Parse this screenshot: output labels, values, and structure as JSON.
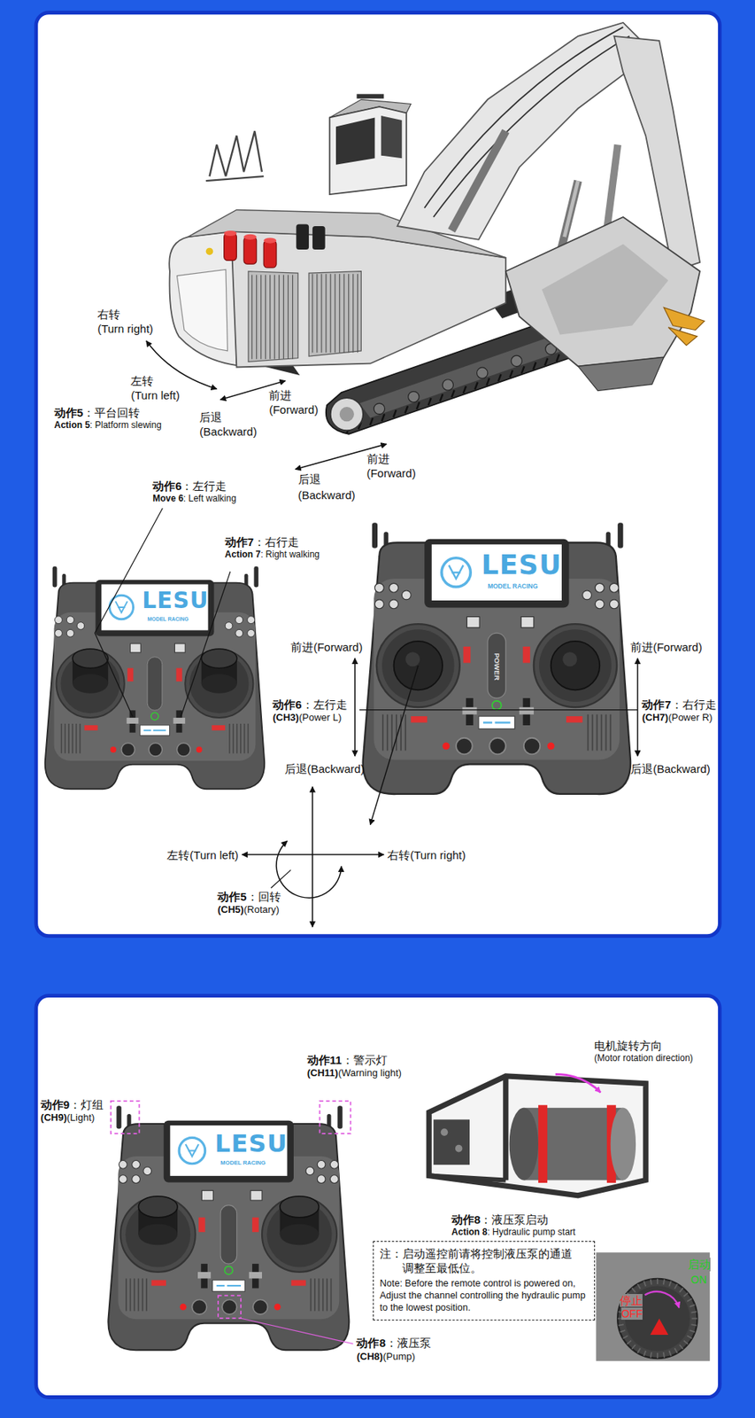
{
  "diagram": {
    "nodes": [
      {
        "text": [
          "注：启动遥控前请将控制液压泵的通道 调整至最低位。",
          "Note: Before the remote control is powered on, Adjust the channel controlling the hydraulic pump to the lowest position."
        ]
      }
    ],
    "labels": [
      "右转",
      "(Turn right)",
      "左转",
      "(Turn left)",
      "动作5",
      "：平台回转",
      "Action 5",
      ": Platform slewing",
      "前进",
      "(Forward)",
      "后退",
      "(Backward)",
      "前进",
      "(Forward)",
      "后退",
      "(Backward)",
      "动作6",
      "：左行走",
      "Move 6",
      ": Left walking",
      "动作7",
      "：右行走",
      "Action 7",
      ": Right walking",
      "LESU",
      "MODEL RACING",
      "LESU",
      "MODEL RACING",
      "POWER",
      "前进(Forward)",
      "前进(Forward)",
      "动作6",
      "：左行走",
      "(CH3)",
      "(Power L)",
      "动作7",
      "：右行走",
      "(CH7)",
      "(Power R)",
      "后退(Backward)",
      "后退(Backward)",
      "左转(Turn left)",
      "右转(Turn right)",
      "动作5",
      "：回转",
      "(CH5)",
      "(Rotary)",
      "动作11",
      "：警示灯",
      "(CH11)",
      "(Warning light)",
      "动作9",
      "：灯组",
      "(CH9)",
      "(Light)",
      "LESU",
      "MODEL RACING",
      "电机旋转方向",
      "(Motor rotation direction)",
      "动作8",
      "：液压泵启动",
      "Action 8",
      ": Hydraulic pump start",
      "启动",
      "ON",
      "停止",
      "OFF",
      "动作8",
      "：液压泵",
      "(CH8)",
      "(Pump)"
    ]
  }
}
